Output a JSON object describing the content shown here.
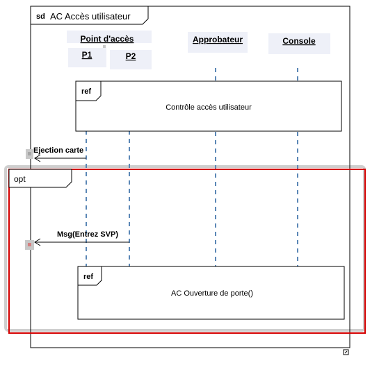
{
  "frame": {
    "keyword": "sd",
    "title": "AC Accès utilisateur"
  },
  "lifelines": {
    "point_acces": {
      "label": "Point d'accès",
      "sub1": "P1",
      "sub2": "P2"
    },
    "approbateur": {
      "label": "Approbateur"
    },
    "console": {
      "label": "Console"
    }
  },
  "ref1": {
    "keyword": "ref",
    "text": "Contrôle accès utilisateur"
  },
  "message1": {
    "label": "Ejection carte"
  },
  "opt": {
    "keyword": "opt"
  },
  "message2": {
    "label": "Msg(Entrez SVP)"
  },
  "ref2": {
    "keyword": "ref",
    "text": "AC Ouverture de porte()"
  },
  "colors": {
    "lifeline": "#5b87b6",
    "opt_border": "#d40000",
    "opt_shadow": "#d0d0d0",
    "header_bg": "#eef0f8"
  }
}
